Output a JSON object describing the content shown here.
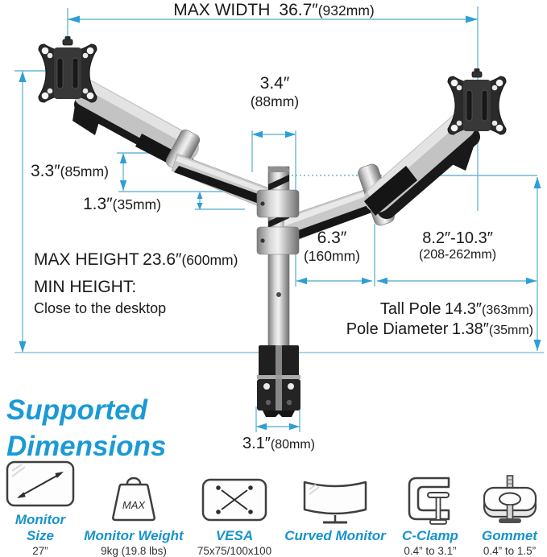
{
  "diagram": {
    "max_width": {
      "label": "MAX WIDTH",
      "in": "36.7″",
      "mm": "(932mm)"
    },
    "top_gap": {
      "in": "3.4″",
      "mm": "(88mm)"
    },
    "left_upper": {
      "in": "3.3″",
      "mm": "(85mm)"
    },
    "left_lower": {
      "in": "1.3″",
      "mm": "(35mm)"
    },
    "max_height": {
      "label": "MAX HEIGHT",
      "in": "23.6″",
      "mm": "(600mm)"
    },
    "min_height_label": "MIN HEIGHT:",
    "min_height_desc": "Close to the desktop",
    "arm_inner": {
      "in": "6.3″",
      "mm": "(160mm)"
    },
    "arm_outer": {
      "in": "8.2″-10.3″",
      "mm": "(208-262mm)"
    },
    "tall_pole": {
      "label": "Tall Pole",
      "in": "14.3″",
      "mm": "(363mm)"
    },
    "pole_diameter": {
      "label": "Pole Diameter",
      "in": "1.38″",
      "mm": "(35mm)"
    },
    "clamp_width": {
      "in": "3.1″",
      "mm": "(80mm)"
    }
  },
  "heading": {
    "line1": "Supported",
    "line2": "Dimensions"
  },
  "features": [
    {
      "name": "monitor-size",
      "icon": "diagonal-arrow-screen-icon",
      "label": "Monitor Size",
      "value": "27”"
    },
    {
      "name": "monitor-weight",
      "icon": "weight-icon",
      "icon_text": "MAX",
      "label": "Monitor Weight",
      "value": "9kg (19.8 lbs)"
    },
    {
      "name": "vesa",
      "icon": "vesa-pattern-icon",
      "label": "VESA",
      "value": "75x75/100x100"
    },
    {
      "name": "curved-monitor",
      "icon": "curved-screen-icon",
      "label": "Curved Monitor",
      "value": ""
    },
    {
      "name": "c-clamp",
      "icon": "c-clamp-icon",
      "label": "C-Clamp",
      "value": "0.4” to 3.1”"
    },
    {
      "name": "gommet",
      "icon": "grommet-icon",
      "label": "Gommet",
      "value": "0.4” to 1.5”"
    }
  ],
  "colors": {
    "measure_line": "#6cb9d3",
    "desk_line": "#8cc6da",
    "measure_arrow": "#2e9fd6",
    "heading_blue": "#1b9ad6",
    "caption_blue": "#1793cd"
  }
}
